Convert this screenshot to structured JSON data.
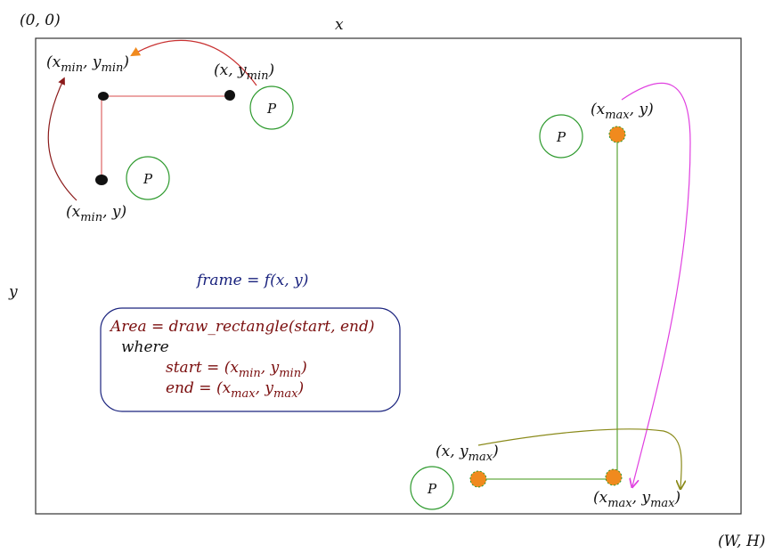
{
  "corners": {
    "origin": "(0, 0)",
    "end": "(W, H)"
  },
  "axes": {
    "x": "x",
    "y": "y"
  },
  "labels": {
    "tl_corner": {
      "open": "(x",
      "sub1": "min",
      "mid": ", y",
      "sub2": "min",
      "close": ")"
    },
    "top_edge": {
      "open": "(x, y",
      "sub": "min",
      "close": ")"
    },
    "left_edge": {
      "open": "(x",
      "sub": "min",
      "close": ", y)"
    },
    "right_edge": {
      "open": "(x",
      "sub": "max",
      "close": ", y)"
    },
    "bottom_edge": {
      "open": "(x, y",
      "sub": "max",
      "close": ")"
    },
    "br_corner": {
      "open": "(x",
      "sub1": "max",
      "mid": ", y",
      "sub2": "max",
      "close": ")"
    }
  },
  "point_label": "P",
  "frame_formula": "frame = f(x, y)",
  "area_box": {
    "line1": "Area = draw_rectangle(start, end)",
    "line2": "where",
    "start": {
      "prefix": "start = (x",
      "sub1": "min",
      "mid": ", y",
      "sub2": "min",
      "close": ")"
    },
    "end": {
      "prefix": "end = (x",
      "sub1": "max",
      "mid": ", y",
      "sub2": "max",
      "close": ")"
    }
  },
  "colors": {
    "frame_border": "#333333",
    "min_lines": "#e07070",
    "min_arrows": "#8b1a1a",
    "max_lines": "#66aa44",
    "max_points": "#f08a1e",
    "magenta_arrow": "#e040e0",
    "olive_arrow": "#8a8a1a",
    "orange_arrowhead": "#f08a1e",
    "p_circle": "#2e9a2e",
    "formula_blue": "#1a237e",
    "area_red": "#7a0e0e",
    "box_border": "#1a237e"
  }
}
